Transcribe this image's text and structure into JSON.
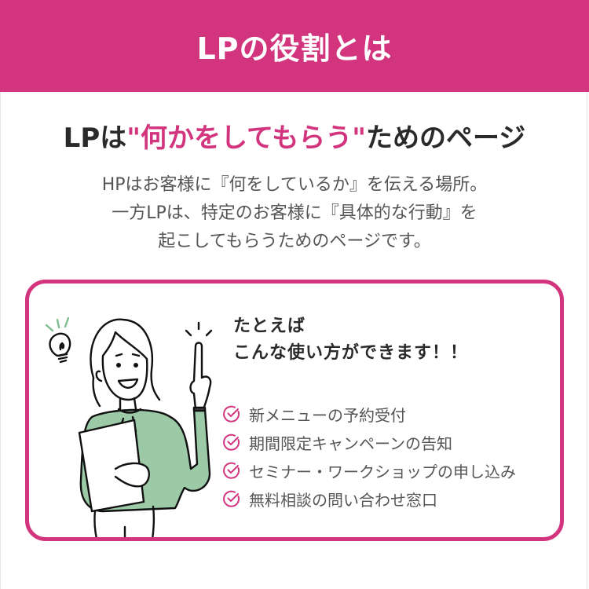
{
  "header": {
    "title": "LPの役割とは",
    "bg_color": "#D2357E"
  },
  "headline": {
    "prefix": "LPは",
    "accent": "\"何かをしてもらう\"",
    "suffix": "ためのページ",
    "accent_color": "#D2357E"
  },
  "description": {
    "lines": [
      "HPはお客様に『何をしているか』を伝える場所。",
      "一方LPは、特定のお客様に『具体的な行動』を",
      "起こしてもらうためのページです。"
    ]
  },
  "card": {
    "title_lines": [
      "たとえば",
      "こんな使い方ができます！！"
    ],
    "items": [
      {
        "icon": "check-circle-icon",
        "label": "新メニューの予約受付"
      },
      {
        "icon": "check-circle-icon",
        "label": "期間限定キャンペーンの告知"
      },
      {
        "icon": "check-circle-icon",
        "label": "セミナー・ワークショップの申し込み"
      },
      {
        "icon": "check-circle-icon",
        "label": "無料相談の問い合わせ窓口"
      }
    ],
    "illustration": "woman-pointing-up-with-lightbulb",
    "sweater_color": "#9CC9A6"
  }
}
